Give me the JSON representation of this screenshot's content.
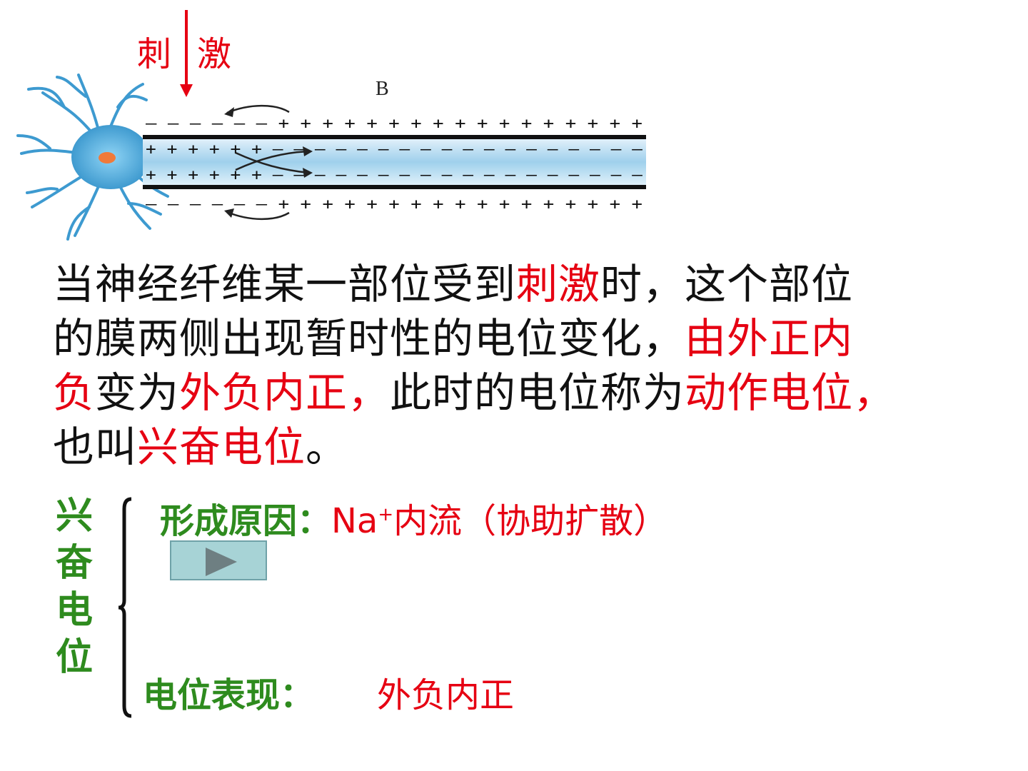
{
  "stimulus": {
    "char1": "刺",
    "char2": "激"
  },
  "diagram": {
    "label_b": "B",
    "outer_top": "– – – – – – + + + + + + + + + + + + + + + + +",
    "inner_top": "+ + + + + + – – – – – – – – – – – – – – – – – –",
    "inner_bottom": "+ + + + + + – – – – – – – – – – – – – – – – – –",
    "outer_bottom": "– – – – – – + + + + + + + + + + + + + + + + +"
  },
  "paragraph": {
    "p1": "当神经纤维某一部位受到",
    "p2": "刺激",
    "p3": "时，这个部位",
    "p4": "的膜两侧出现暂时性的电位变化，",
    "p5": "由外正内",
    "p6": "负",
    "p7": "变为",
    "p8": "外负内正，",
    "p9": "此时的电位称为",
    "p10": "动作电位，",
    "p11": "也叫",
    "p12": "兴奋电位",
    "p13": "。"
  },
  "section": {
    "title_chars": [
      "兴",
      "奋",
      "电",
      "位"
    ],
    "formation_label": "形成原因：",
    "formation_value_na": "Na",
    "formation_value_sup": "+",
    "formation_value_rest": "内流（协助扩散）",
    "manifest_label": "电位表现：",
    "manifest_value": "外负内正"
  },
  "colors": {
    "red": "#e60012",
    "green": "#2e8b1e",
    "axon_blue": "#4aa8d8"
  },
  "icons": {
    "play": "play-triangle-icon"
  }
}
